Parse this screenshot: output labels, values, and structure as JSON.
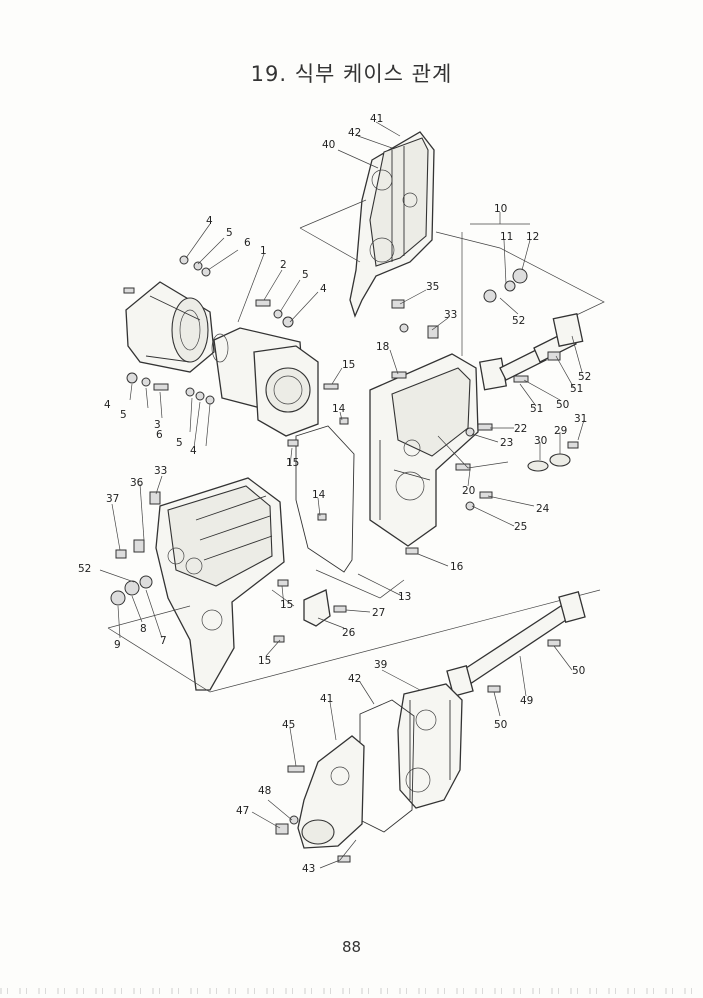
{
  "page": {
    "title": "19. 식부 케이스 관계",
    "page_number": "88"
  },
  "callouts": [
    "1",
    "2",
    "3",
    "4",
    "5",
    "6",
    "7",
    "8",
    "9",
    "10",
    "11",
    "12",
    "13",
    "14",
    "15",
    "16",
    "20",
    "22",
    "23",
    "24",
    "25",
    "26",
    "27",
    "29",
    "30",
    "31",
    "33",
    "35",
    "36",
    "37",
    "39",
    "40",
    "41",
    "42",
    "43",
    "45",
    "47",
    "48",
    "49",
    "50",
    "51",
    "52"
  ]
}
